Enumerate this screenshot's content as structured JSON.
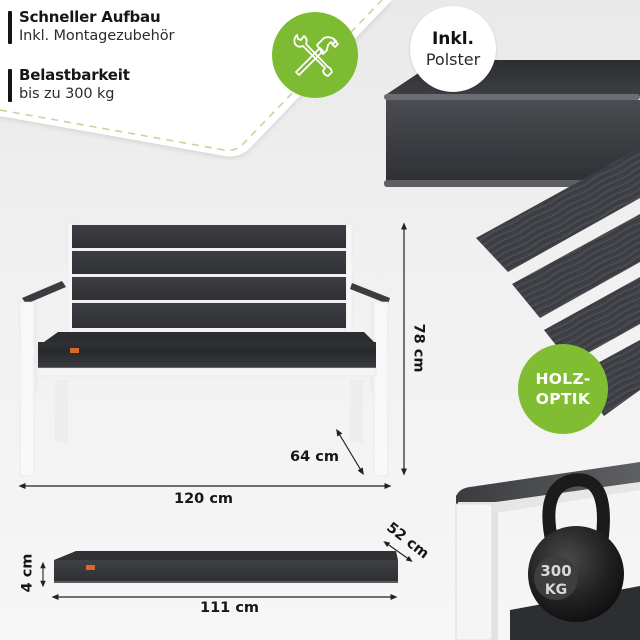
{
  "features": [
    {
      "title": "Schneller Aufbau",
      "subtitle": "Inkl. Montagezubehör"
    },
    {
      "title": "Belastbarkeit",
      "subtitle": "bis zu 300 kg"
    }
  ],
  "badges": {
    "tools": {
      "icon": "wrench-hammer-icon",
      "color": "#7dbb33"
    },
    "polster": {
      "line1": "Inkl.",
      "line2": "Polster",
      "color": "#ffffff"
    },
    "holzoptik": {
      "line1": "HOLZ-",
      "line2": "OPTIK",
      "color": "#80bd32"
    }
  },
  "bench_dimensions": {
    "width": "120 cm",
    "height": "78 cm",
    "depth": "64 cm"
  },
  "cushion_dimensions": {
    "length": "111 cm",
    "depth": "52 cm",
    "thickness": "4 cm"
  },
  "kettlebell": {
    "line1": "300",
    "line2": "KG"
  },
  "colors": {
    "accent_green": "#7dbb33",
    "plank_dark": "#3b3d41",
    "frame_white": "#f7f7f7",
    "background": "#efefef",
    "label_orange": "#d9692a"
  }
}
